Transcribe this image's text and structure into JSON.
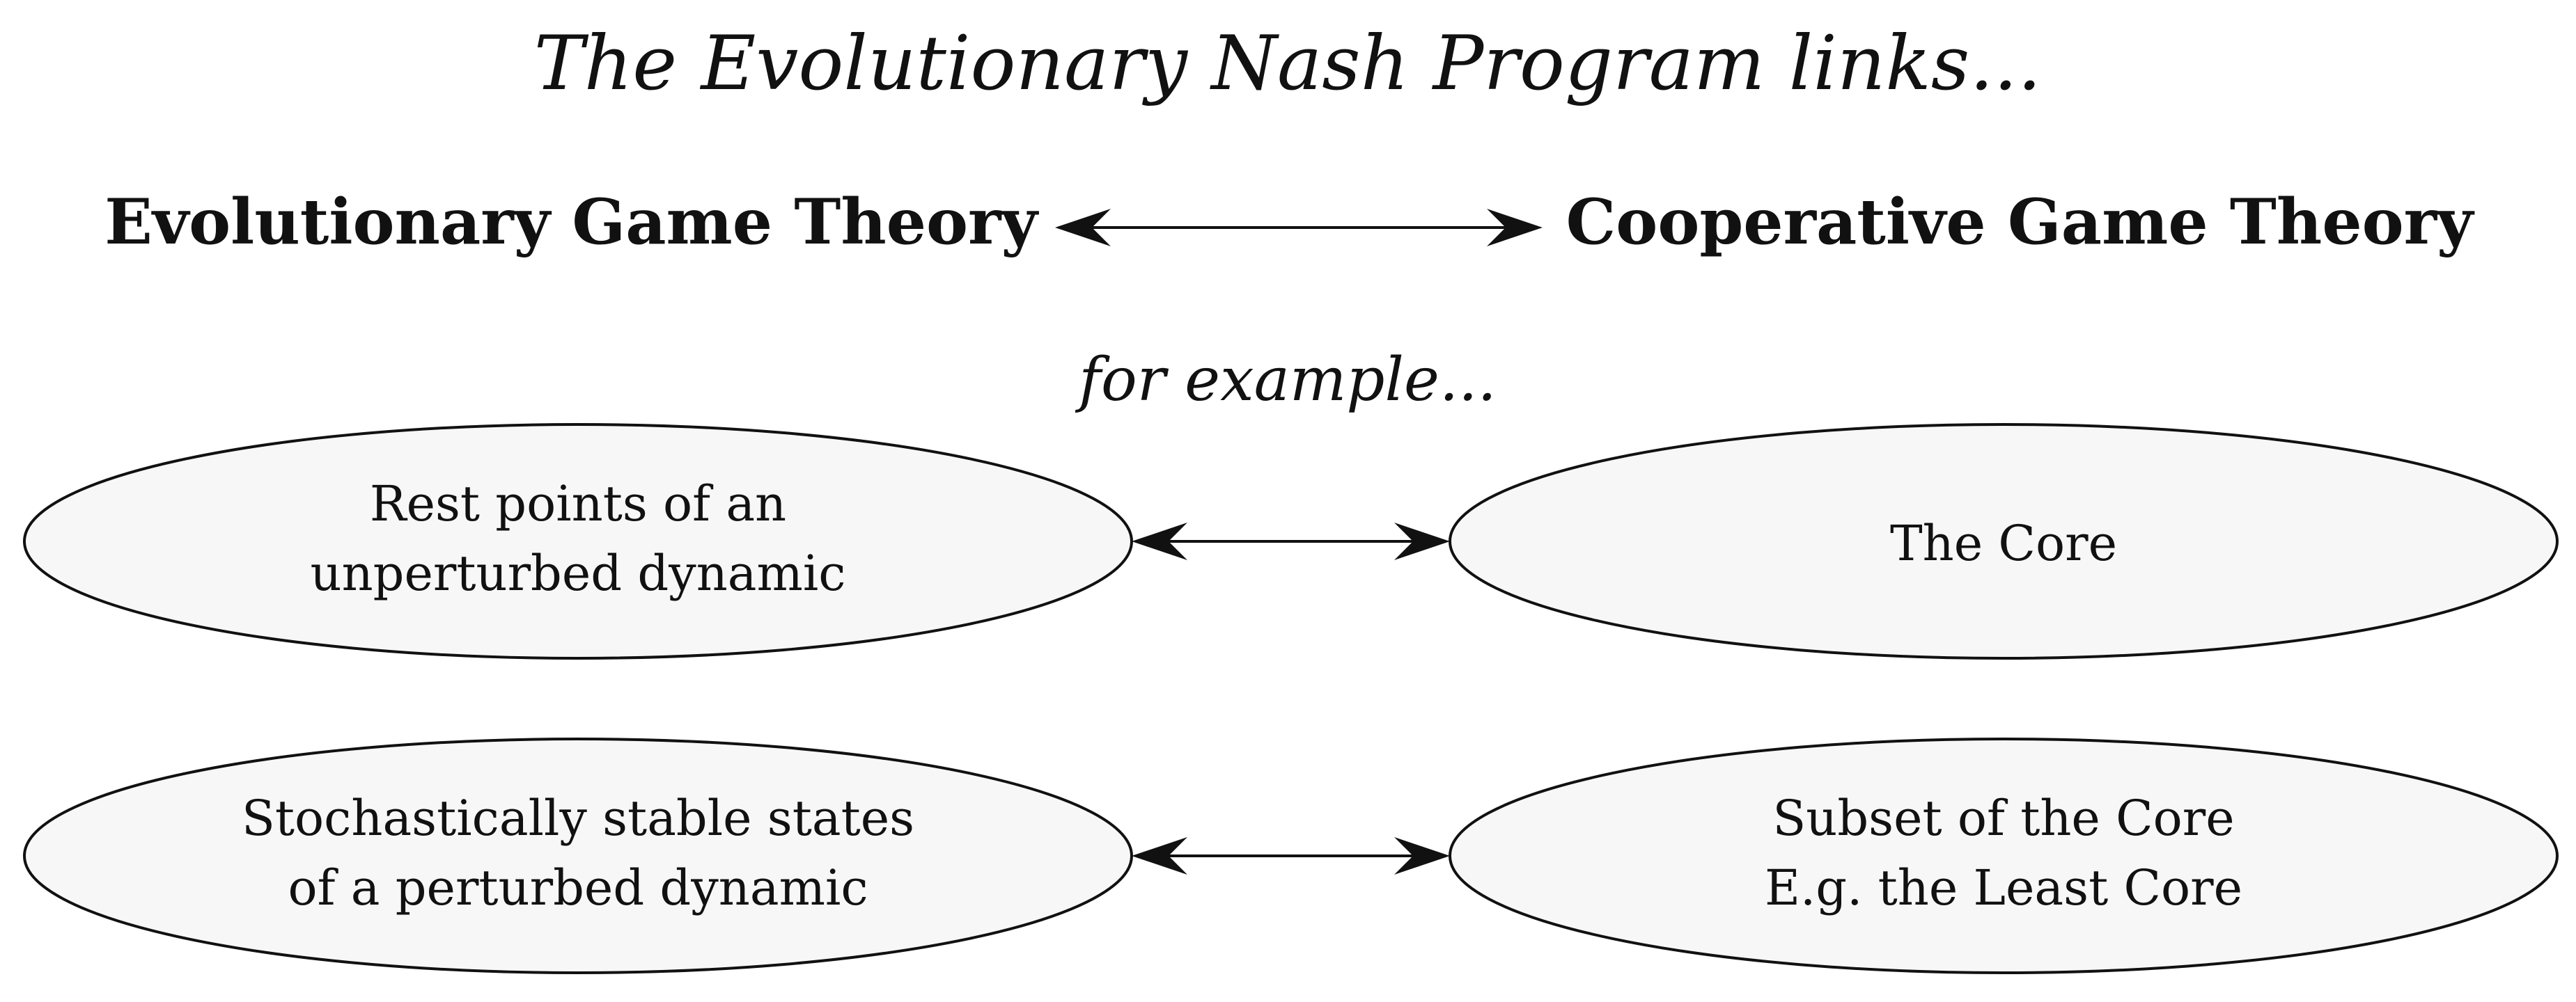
{
  "title": "The Evolutionary Nash Program links...",
  "left_heading": "Evolutionary Game Theory",
  "right_heading": "Cooperative Game Theory",
  "example_label": "for example...",
  "rows": [
    {
      "left_lines": [
        "Rest points of an",
        "unperturbed dynamic"
      ],
      "right_lines": [
        "The Core"
      ]
    },
    {
      "left_lines": [
        "Stochastically stable states",
        "of a perturbed dynamic"
      ],
      "right_lines": [
        "Subset of the Core",
        "E.g. the Least Core"
      ]
    }
  ],
  "colors": {
    "ellipse_fill": "#f7f7f7",
    "stroke": "#111111"
  }
}
